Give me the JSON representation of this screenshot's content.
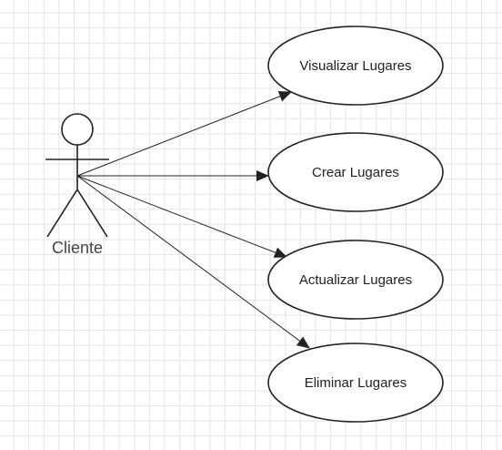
{
  "diagram": {
    "actor": {
      "label": "Cliente"
    },
    "use_cases": [
      {
        "label": "Visualizar Lugares"
      },
      {
        "label": "Crear Lugares"
      },
      {
        "label": "Actualizar Lugares"
      },
      {
        "label": "Eliminar Lugares"
      }
    ],
    "colors": {
      "line": "#222222",
      "grid": "#e4e4e4",
      "background": "#ffffff"
    }
  }
}
